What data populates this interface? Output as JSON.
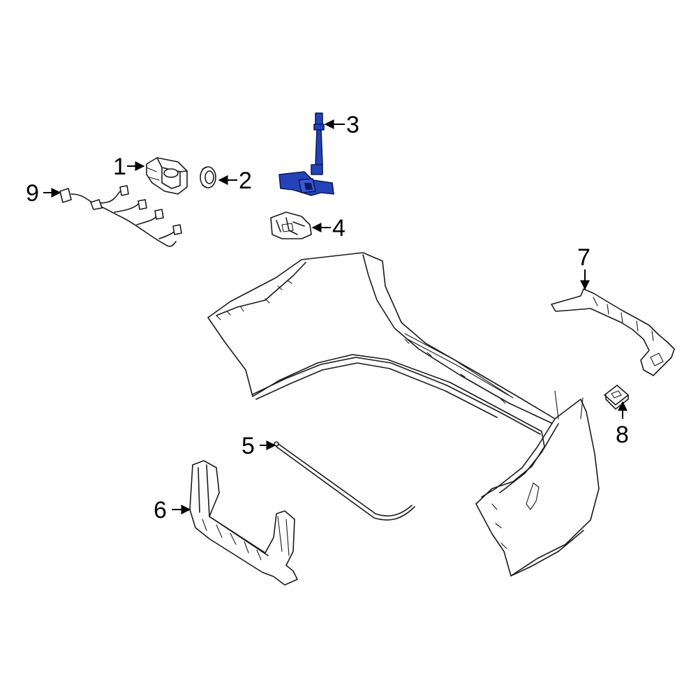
{
  "colors": {
    "highlight": "#2443b8",
    "highlight_dark": "#0f1a5c",
    "outline": "#1a1a1a",
    "background": "#ffffff"
  },
  "parts": [
    {
      "id": "part-1",
      "callout": "1"
    },
    {
      "id": "part-2",
      "callout": "2"
    },
    {
      "id": "part-3",
      "callout": "3",
      "highlighted": true
    },
    {
      "id": "part-4",
      "callout": "4"
    },
    {
      "id": "part-5",
      "callout": "5"
    },
    {
      "id": "part-6",
      "callout": "6"
    },
    {
      "id": "part-7",
      "callout": "7"
    },
    {
      "id": "part-8",
      "callout": "8"
    },
    {
      "id": "part-9",
      "callout": "9"
    }
  ]
}
